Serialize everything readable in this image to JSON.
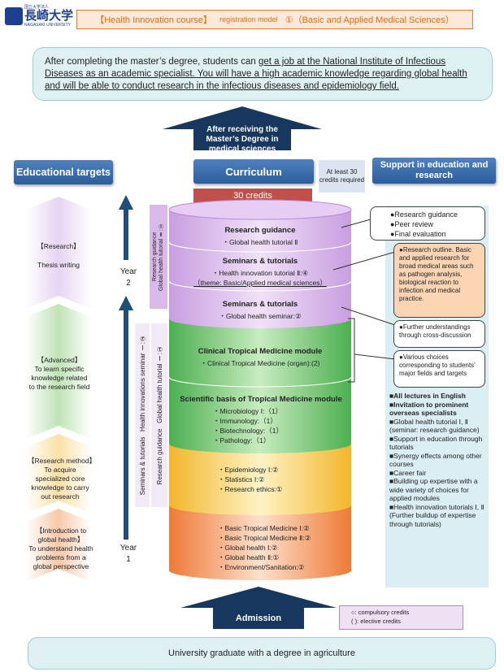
{
  "logo": {
    "line1": "国立大学法人",
    "name": "長崎大学",
    "sub": "NAGASAKI UNIVERSITY"
  },
  "banner": {
    "course": "【Health Innovation course】",
    "model": "registration model",
    "type": "①（Basic and Applied Medical Sciences）"
  },
  "goal": {
    "part1": "After completing the master’s degree, students can ",
    "underlined": "get a job at the National Institute of Infectious Diseases as an academic specialist.  You will have a high academic knowledge regarding global health and will be able to conduct research in the infectious diseases and epidemiology field."
  },
  "top_arrow": "After receiving the Master’s Degree in medical sciences",
  "headers": {
    "targets": "Educational targets",
    "curriculum": "Curriculum",
    "support": "Support in education and research"
  },
  "credits": {
    "total": "30 credits",
    "note": "At least 30 credits required"
  },
  "targets": [
    {
      "title": "【Research】",
      "text": "Thesis writing"
    },
    {
      "title": "【Advanced】",
      "text": "To learn specific knowledge related to the research field"
    },
    {
      "title": "【Research method】",
      "text": "To acquire specialized core knowledge to carry out research"
    },
    {
      "title": "【Introduction to global health】",
      "text": "To understand health problems from a global perspective"
    }
  ],
  "years": {
    "year2": "Year 2",
    "year1": "Year 1"
  },
  "vertical": {
    "research_guidance_upper": "Research guidance",
    "gh_tutorial_2": "Global health tutorial Ⅱ:①",
    "seminars_tutorials": "Seminars & tutorials",
    "hi_seminar_1": "Health innovations seminar Ⅰ:②",
    "research_guidance_lower": "Research guidance",
    "gh_tutorial_1": "Global health tutorial Ⅰ:①"
  },
  "cylinder": [
    {
      "heading": "Research guidance",
      "lines": [
        "・Global health tutorial Ⅱ"
      ],
      "color": "#d9b8ea"
    },
    {
      "heading": "Seminars & tutorials",
      "lines": [
        "・Health innovation tutorial Ⅱ:④",
        "（theme: Basic/Applied medical sciences）"
      ],
      "color": "#d9b8ea"
    },
    {
      "heading": "Seminars & tutorials",
      "lines": [
        "・Global health seminar:②"
      ],
      "color": "#d9b8ea"
    },
    {
      "heading": "Clinical Tropical Medicine module",
      "lines": [
        "・Clinical Tropical Medicine (organ):(2)"
      ],
      "color": "#6cc56a"
    },
    {
      "heading": "Scientific basis of Tropical Medicine module",
      "lines": [
        "・Microbiology Ⅰ:（1）",
        "・Immunology:（1）",
        "・Biotechnology:（1）",
        "・Pathology:（1）"
      ],
      "color": "#6cc56a"
    },
    {
      "heading": "",
      "lines": [
        "・Epidemiology Ⅰ:②",
        "・Statistics Ⅰ:②",
        "・Research ethics:①"
      ],
      "color": "#f5c64a"
    },
    {
      "heading": "",
      "lines": [
        "・Basic Tropical Medicine Ⅰ:②",
        "・Basic Tropical Medicine Ⅱ:②",
        "・Global health Ⅰ:②",
        "・Global health Ⅱ:①",
        "・Environment/Sanitation:②"
      ],
      "color": "#f08a4b"
    }
  ],
  "notes": {
    "research_guidance": [
      "●Research guidance",
      "●Peer review",
      "●Final evaluation"
    ],
    "research_outline": "●Research outline. Basic and applied research for broad medical areas such as pathogen analysis, biological reaction to infection and medical practice.",
    "further": "●Further understandings through cross-discussion",
    "choices": "●Various choices corresponding to students’ major fields and targets"
  },
  "support_list": [
    {
      "text": "■All lectures in English",
      "bold": true
    },
    {
      "text": "■Invitation to prominent overseas specialists",
      "bold": true
    },
    {
      "text": "■Global health tutorial Ⅰ, Ⅱ",
      "bold": false
    },
    {
      "text": "(seminar: research guidance)",
      "bold": false
    },
    {
      "text": "■Support in education through tutorials",
      "bold": false
    },
    {
      "text": "■Synergy effects among other courses",
      "bold": false
    },
    {
      "text": "■Career fair",
      "bold": false
    },
    {
      "text": "■Building up expertise with a wide variety of choices for applied modules",
      "bold": false
    },
    {
      "text": "■Health innovation tutorials Ⅰ, Ⅱ",
      "bold": false
    },
    {
      "text": "(Further buildup of expertise through tutorials)",
      "bold": false
    }
  ],
  "admission": "Admission",
  "legend": {
    "compulsory": "○: compulsory credits",
    "elective": "( ): elective credits"
  },
  "bottom": "University graduate with a degree in agriculture"
}
